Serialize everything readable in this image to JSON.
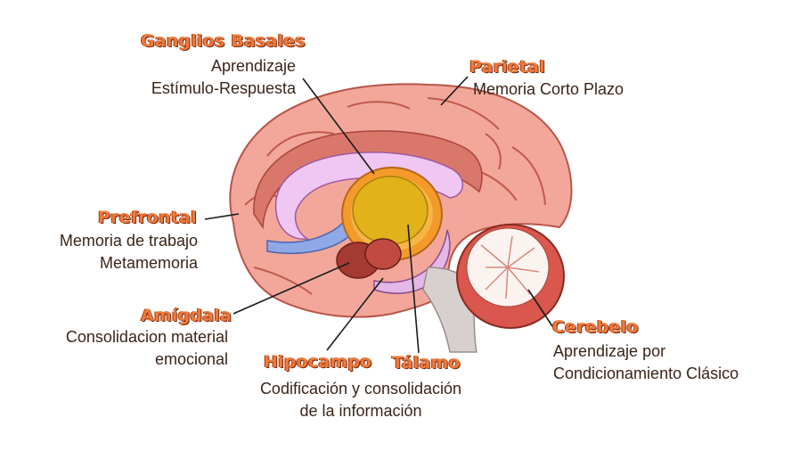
{
  "labels": {
    "ganglios": {
      "title": "Ganglios Basales",
      "lines": [
        "Aprendizaje",
        "Estímulo-Respuesta"
      ]
    },
    "parietal": {
      "title": "Parietal",
      "lines": [
        "Memoria Corto Plazo"
      ]
    },
    "prefrontal": {
      "title": "Prefrontal",
      "lines": [
        "Memoria de trabajo",
        "Metamemoria"
      ]
    },
    "amigdala": {
      "title": "Amígdala",
      "lines": [
        "Consolidacion material",
        "emocional"
      ]
    },
    "hipocampo": {
      "title": "Hipocampo",
      "lines": [
        "Codificación y consolidación",
        "de la información"
      ]
    },
    "talamo": {
      "title": "Tálamo",
      "lines": []
    },
    "cerebelo": {
      "title": "Cerebelo",
      "lines": [
        "Aprendizaje por",
        "Condicionamiento Clásico"
      ]
    }
  },
  "colors": {
    "cortex": "#f2a79a",
    "cortex_dark": "#c8564c",
    "corpus_callosum": "#f0c6f2",
    "thalamus": "#e1b21a",
    "basal_ganglia_ring": "#f39a2a",
    "cerebellum": "#d9574d",
    "brainstem": "#d8d0cf",
    "title_text": "#f0793a"
  }
}
